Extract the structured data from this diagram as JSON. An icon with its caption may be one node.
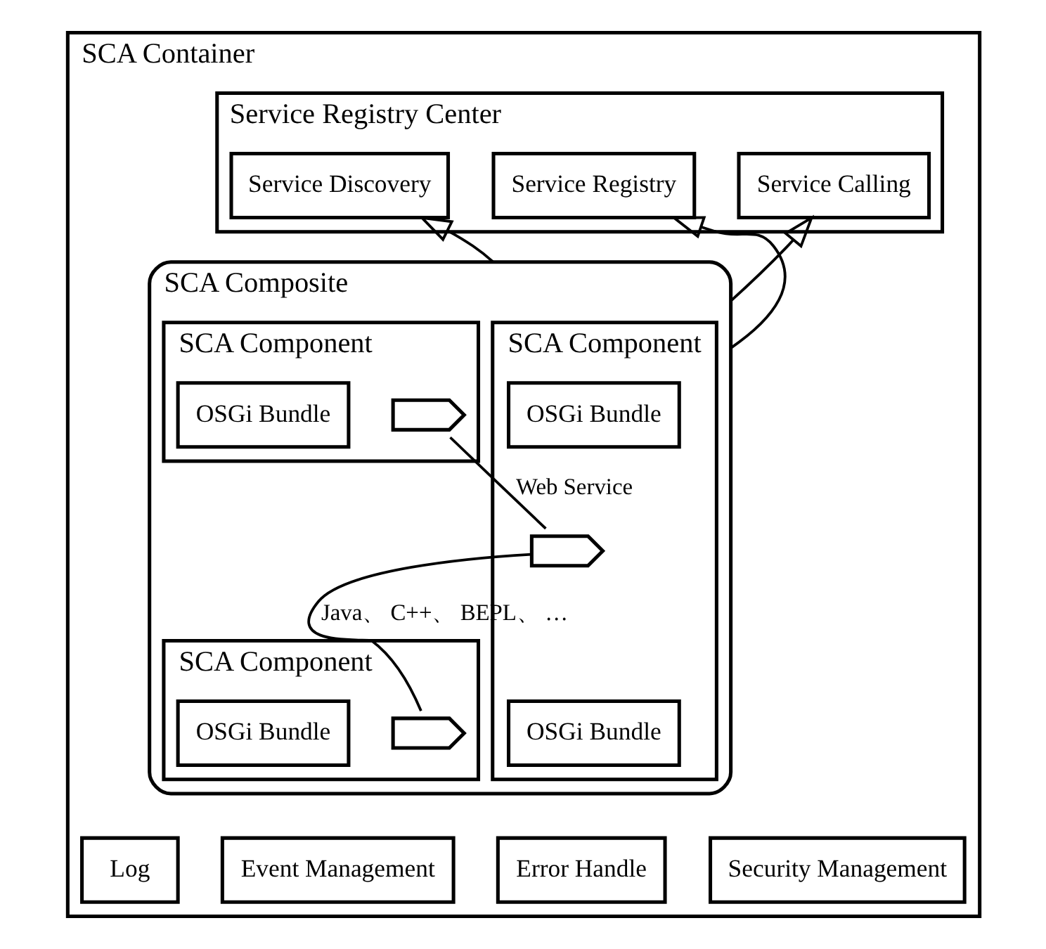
{
  "diagram": {
    "nodes": [
      {
        "text": [
          "SCA Container"
        ]
      },
      {
        "text": [
          "Service Registry Center"
        ],
        "in": 0
      },
      {
        "text": [
          "Service Discovery"
        ],
        "in": 1
      },
      {
        "text": [
          "Service Registry"
        ],
        "in": 1
      },
      {
        "text": [
          "Service Calling"
        ],
        "in": 1
      },
      {
        "text": [
          "SCA Composite"
        ],
        "in": 0
      },
      {
        "text": [
          "SCA Component"
        ],
        "in": 5
      },
      {
        "text": [
          "OSGi Bundle"
        ],
        "in": 6
      },
      {
        "text": [
          "OSGi Bundle"
        ],
        "in": 6
      },
      {
        "text": [],
        "shape": "chevron",
        "in": 6
      },
      {
        "text": [
          "SCA Component"
        ],
        "in": 5
      },
      {
        "text": [],
        "shape": "chevron",
        "in": 10
      },
      {
        "text": [
          "OSGi Bundle"
        ],
        "in": 10
      },
      {
        "text": [
          "SCA Component"
        ],
        "in": 5
      },
      {
        "text": [],
        "shape": "chevron",
        "in": 13
      },
      {
        "text": [
          "OSGi Bundle"
        ],
        "in": 13
      },
      {
        "text": [
          "Security Management"
        ],
        "in": 0
      },
      {
        "text": [
          "Log"
        ],
        "in": 0
      },
      {
        "text": [
          "Event Management"
        ],
        "in": 0
      },
      {
        "text": [
          "Error Handle"
        ],
        "in": 0
      }
    ],
    "edges": [
      {
        "from": 5,
        "to": 2,
        "arrow": "to"
      },
      {
        "from": 5,
        "to": 3,
        "arrow": "to"
      },
      {
        "from": 5,
        "to": 4,
        "arrow": "to"
      },
      {
        "from": 9,
        "to": 11,
        "arrow": "none",
        "label": "Web Service"
      },
      {
        "from": 9,
        "to": 14,
        "arrow": "none",
        "label": "Java、 C++、 BEPL、 …"
      }
    ]
  }
}
